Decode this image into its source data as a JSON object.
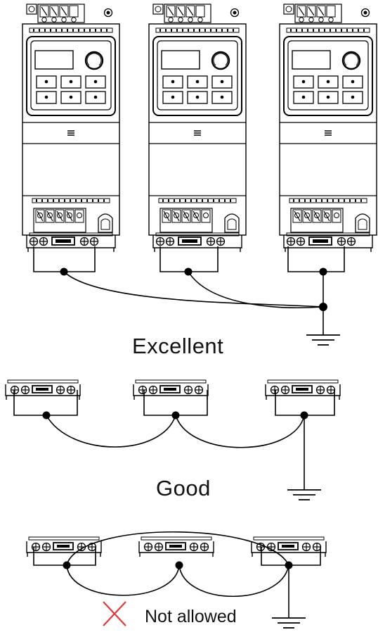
{
  "labels": {
    "excellent": "Excellent",
    "good": "Good",
    "not_allowed": "Not allowed"
  },
  "icons": {
    "ground": "ground-icon",
    "cross": "cross-icon"
  },
  "colors": {
    "line": "#000000",
    "cross": "#e53935"
  }
}
